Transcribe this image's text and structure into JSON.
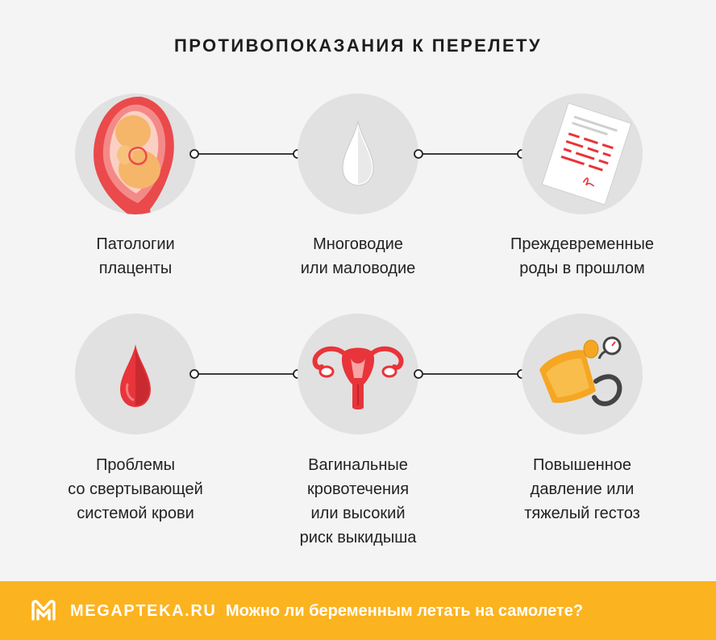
{
  "title": "ПРОТИВОПОКАЗАНИЯ К ПЕРЕЛЕТУ",
  "items": [
    {
      "lines": [
        "Патологии",
        "плаценты"
      ],
      "icon": "uterus-fetus-icon"
    },
    {
      "lines": [
        "Многоводие",
        "или маловодие"
      ],
      "icon": "water-drop-icon"
    },
    {
      "lines": [
        "Преждевременные",
        "роды в прошлом"
      ],
      "icon": "medical-document-icon"
    },
    {
      "lines": [
        "Проблемы",
        "со свертывающей",
        "системой крови"
      ],
      "icon": "blood-drop-icon"
    },
    {
      "lines": [
        "Вагинальные",
        "кровотечения",
        "или высокий",
        "риск выкидыша"
      ],
      "icon": "reproductive-organs-icon"
    },
    {
      "lines": [
        "Повышенное",
        "давление или",
        "тяжелый гестоз"
      ],
      "icon": "blood-pressure-monitor-icon"
    }
  ],
  "footer": {
    "brand": "MEGAPTEKA.RU",
    "link": "Можно ли беременным летать на самолете?",
    "logo_icon": "megapteka-logo-icon"
  },
  "colors": {
    "background": "#f4f4f4",
    "circle": "#e1e1e1",
    "accent_red": "#e8343a",
    "footer": "#fcb320"
  }
}
